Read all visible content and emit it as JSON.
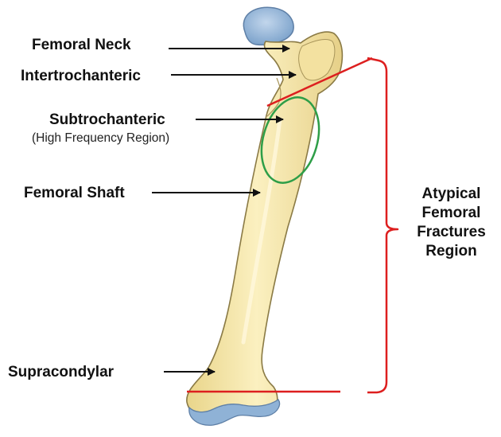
{
  "labels": {
    "femoral_neck": "Femoral Neck",
    "intertrochanteric": "Intertrochanteric",
    "subtrochanteric": "Subtrochanteric",
    "subtrochanteric_note": "(High Frequency Region)",
    "femoral_shaft": "Femoral Shaft",
    "supracondylar": "Supracondylar"
  },
  "region_label": [
    "Atypical",
    "Femoral",
    "Fractures",
    "Region"
  ],
  "colors": {
    "bone_fill": "#f6e6a6",
    "bone_outline": "#8a7a45",
    "cartilage": "#8fb2d6",
    "boundary_line": "#dd1f1f",
    "bracket": "#dd1f1f",
    "highlight_ellipse": "#2e9e48",
    "arrow": "#111111",
    "text": "#111111"
  }
}
